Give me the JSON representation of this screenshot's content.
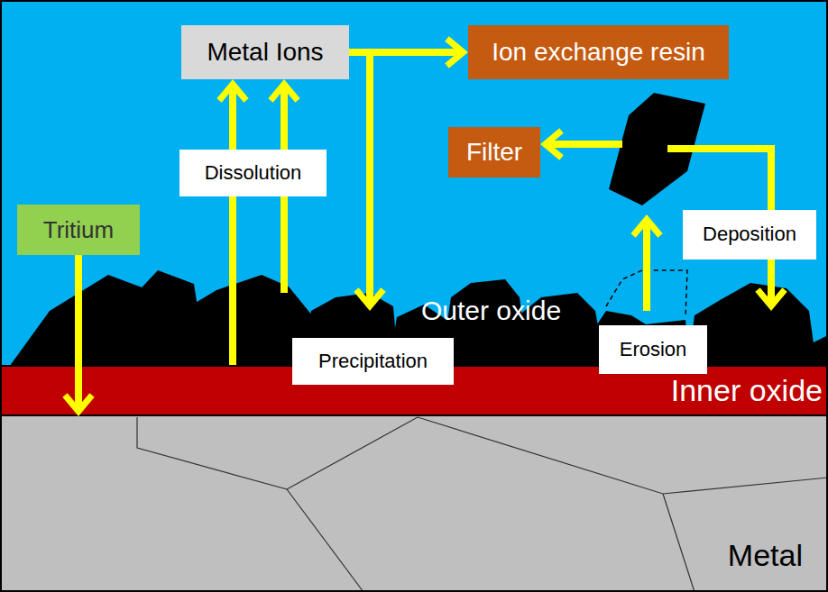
{
  "diagram": {
    "nodes": [
      {
        "text": [
          "Metal Ions"
        ]
      },
      {
        "text": [
          "Ion exchange resin"
        ]
      },
      {
        "text": [
          "Filter"
        ]
      },
      {
        "text": [
          "Dissolution"
        ]
      },
      {
        "text": [
          "Tritium"
        ]
      },
      {
        "text": [
          "Deposition"
        ]
      },
      {
        "text": [
          "Precipitation"
        ]
      },
      {
        "text": [
          "Erosion"
        ]
      },
      {
        "text": [
          "Inner oxide"
        ]
      },
      {
        "text": [
          "Metal"
        ]
      }
    ],
    "edges": [
      {
        "from": 0,
        "to": 1,
        "arrow": "to"
      },
      {
        "from": 8,
        "to": 0,
        "arrow": "to"
      },
      {
        "from": 4,
        "to": 9,
        "arrow": "to"
      }
    ],
    "labels": [
      "Outer oxide"
    ]
  }
}
